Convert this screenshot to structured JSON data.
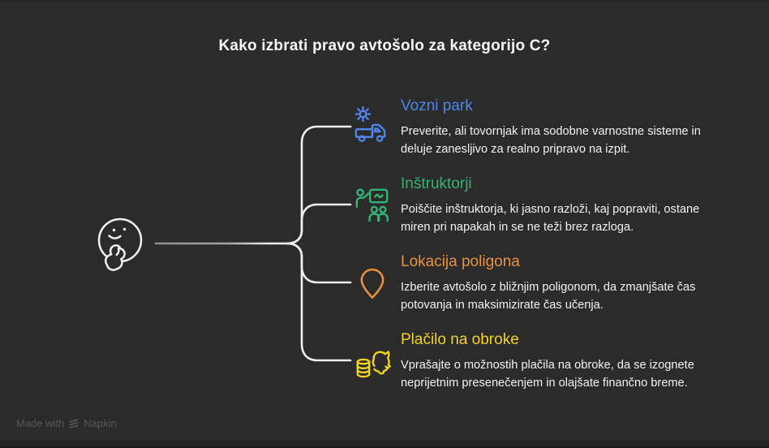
{
  "title": "Kako izbrati pravo avtošolo za kategorijo C?",
  "colors": {
    "background": "#2b2b2b",
    "edge_strip": "#242424",
    "title_text": "#f7f7f7",
    "body_text": "#f2f2f2",
    "connector_line": "#f0f0f0",
    "connector_line_start": "#8f8f8f",
    "face_outline": "#f0f0f0",
    "watermark_text": "#55575b"
  },
  "root_icon": "thinking-face-icon",
  "items": [
    {
      "heading": "Vozni park",
      "body": "Preverite, ali tovornjak ima sodobne varnostne sisteme in deluje zanesljivo za realno pripravo na izpit.",
      "accent": "#4e86ec",
      "icon": "truck-gear-icon"
    },
    {
      "heading": "Inštruktorji",
      "body": "Poiščite inštruktorja, ki jasno razloži, kaj popraviti, ostane miren pri napakah in se ne teži brez razloga.",
      "accent": "#32b574",
      "icon": "instructor-teaching-icon"
    },
    {
      "heading": "Lokacija poligona",
      "body": "Izberite avtošolo z bližnjim poligonom, da zmanjšate čas potovanja in maksimizirate čas učenja.",
      "accent": "#e8923f",
      "icon": "location-pin-icon"
    },
    {
      "heading": "Plačilo na obroke",
      "body": "Vprašajte o možnostih plačila na obroke, da se izognete neprijetnim presenečenjem in olajšate finančno breme.",
      "accent": "#f2d41d",
      "icon": "piggy-bank-coins-icon"
    }
  ],
  "watermark": {
    "prefix": "Made with",
    "brand": "Napkin"
  }
}
